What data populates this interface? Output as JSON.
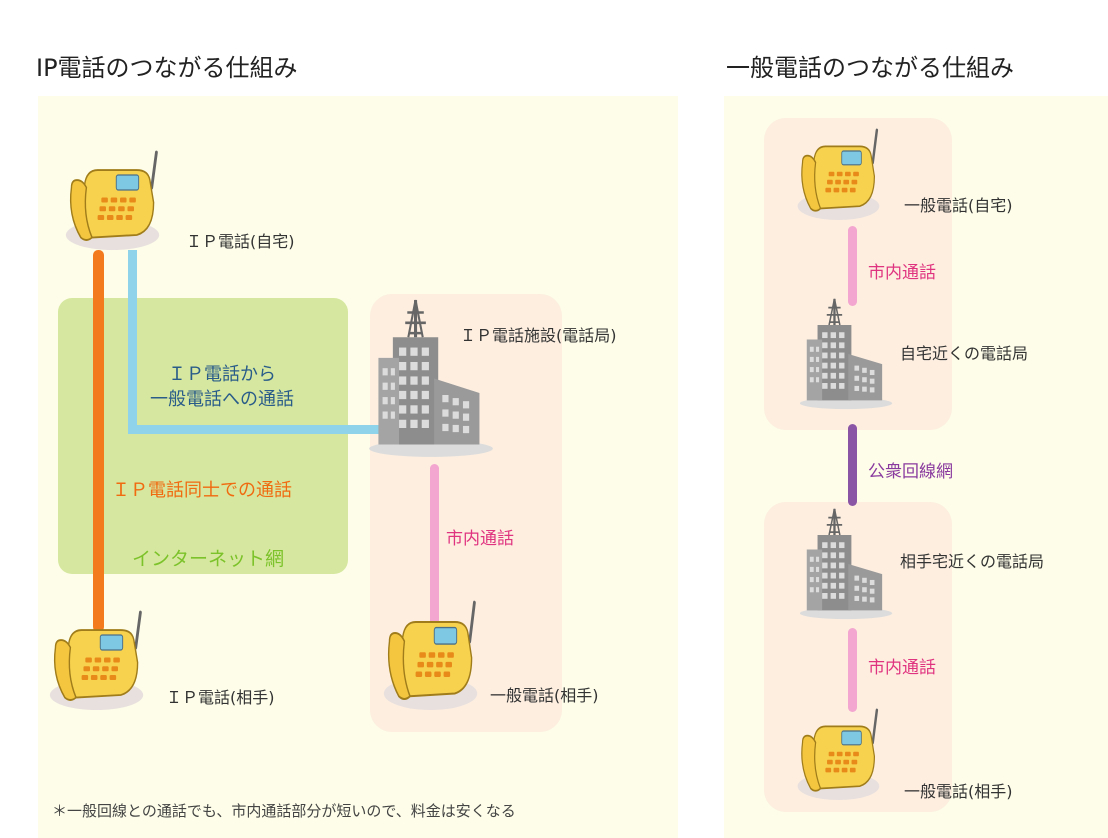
{
  "left": {
    "title": "IP電話のつながる仕組み",
    "internet_label": "インターネット網",
    "ip_to_ip_label": "ＩＰ電話同士での通話",
    "ip_to_general_line1": "ＩＰ電話から",
    "ip_to_general_line2": "一般電話への通話",
    "ip_home_label": "ＩＰ電話(自宅)",
    "ip_facility_label": "ＩＰ電話施設(電話局)",
    "local_call_label": "市内通話",
    "ip_partner_label": "ＩＰ電話(相手)",
    "general_partner_label": "一般電話(相手)",
    "footnote": "＊一般回線との通話でも、市内通話部分が短いので、料金は安くなる"
  },
  "right": {
    "title": "一般電話のつながる仕組み",
    "home_phone_label": "一般電話(自宅)",
    "local_call_label_1": "市内通話",
    "home_office_label": "自宅近くの電話局",
    "public_network_label": "公衆回線網",
    "partner_office_label": "相手宅近くの電話局",
    "local_call_label_2": "市内通話",
    "partner_phone_label": "一般電話(相手)"
  },
  "colors": {
    "panel_bg": "#fdfde9",
    "peach_zone": "#fdeee0",
    "internet_zone": "#d6e89f",
    "ip_line": "#f47a1e",
    "ip_to_general_line": "#8fd3ea",
    "local_line": "#f3a6cf",
    "public_line": "#8b55a5"
  },
  "icons": {
    "phone": "telephone-icon",
    "building": "phone-office-building-icon"
  }
}
